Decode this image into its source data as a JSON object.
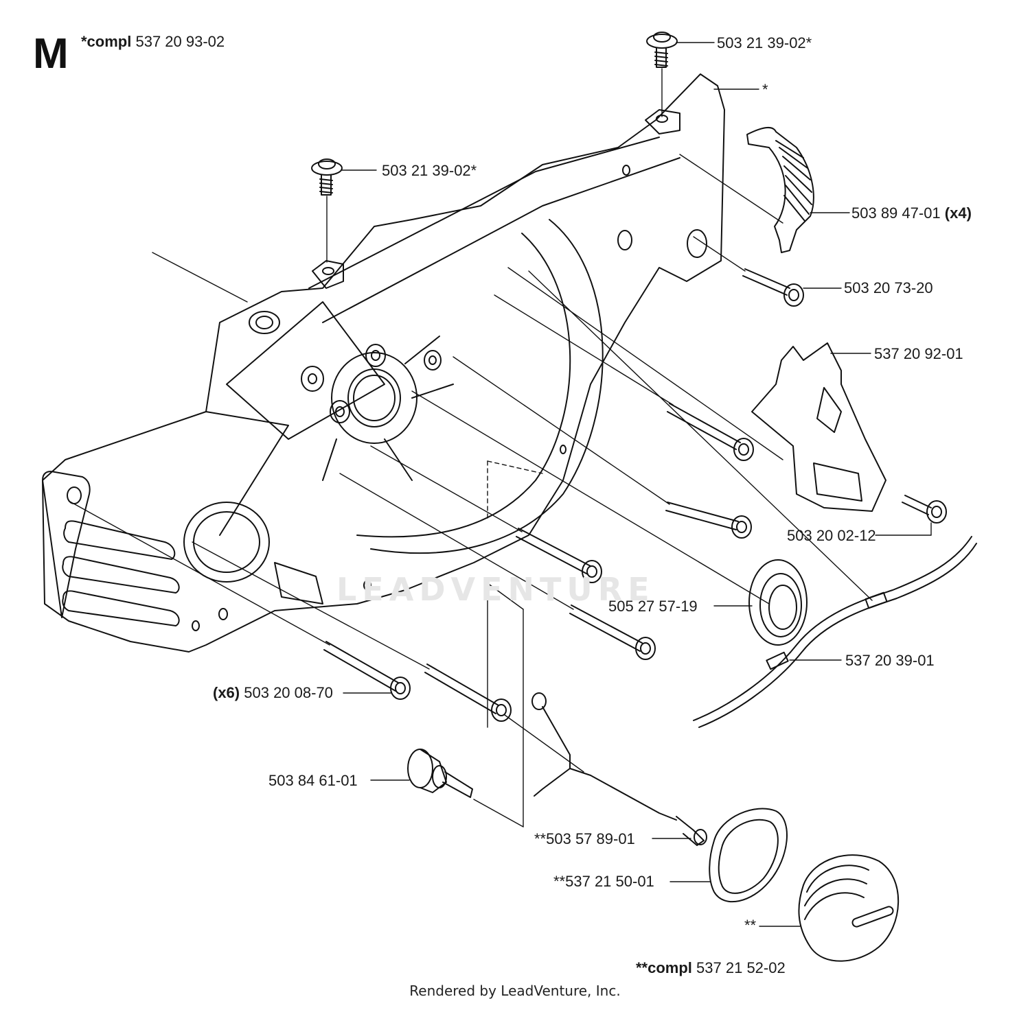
{
  "section_letter": "M",
  "header": {
    "prefix": "*compl",
    "number": "537 20 93-02"
  },
  "labels": {
    "screw_top_right": "503 21 39-02*",
    "handle_star": "*",
    "screw_top_left": "503 21 39-02*",
    "clip": {
      "number": "503 89 47-01",
      "qty": "(x4)"
    },
    "screw_503207320": "503 20 73-20",
    "cover": "537 20 92-01",
    "screw_503200212": "503 20 02-12",
    "seal": "505 27 57-19",
    "tube": "537 20 39-01",
    "screws_x6": {
      "qty": "(x6)",
      "number": "503 20 08-70"
    },
    "plug": "503 84 61-01",
    "filter": "**503 57 89-01",
    "ring": "**537 21 50-01",
    "cap": "**",
    "cap_compl": {
      "prefix": "**compl",
      "number": "537 21 52-02"
    }
  },
  "watermark": "LEADVENTURE",
  "footer": "Rendered by LeadVenture, Inc."
}
